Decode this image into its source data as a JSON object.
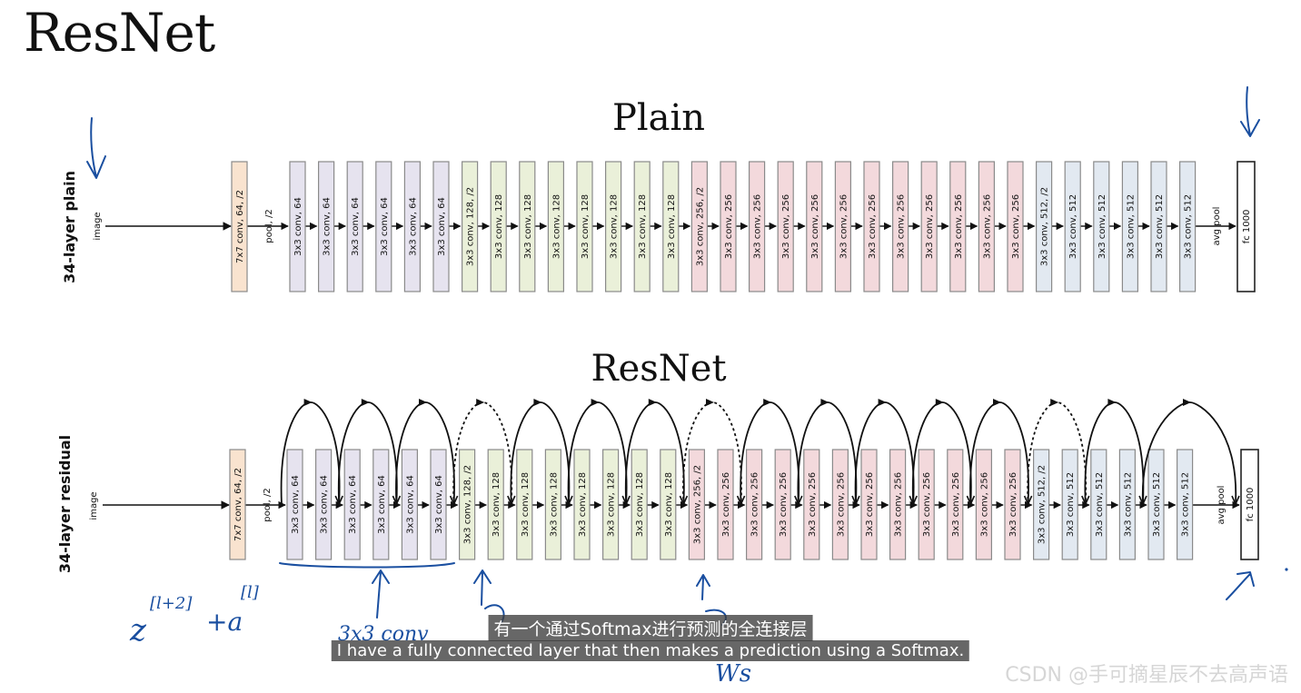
{
  "title": "ResNet",
  "plain": {
    "heading": "Plain",
    "side_label": "34-layer plain",
    "input_label": "image",
    "pool_label": "pool, /2",
    "avgpool_label": "avg pool"
  },
  "residual": {
    "heading": "ResNet",
    "side_label": "34-layer residual",
    "input_label": "image",
    "pool_label": "pool, /2",
    "avgpool_label": "avg pool"
  },
  "layers": [
    {
      "label": "7x7 conv, 64, /2",
      "color": "#f9e3cf"
    },
    {
      "label": "3x3 conv, 64",
      "color": "#e6e3ef"
    },
    {
      "label": "3x3 conv, 64",
      "color": "#e6e3ef"
    },
    {
      "label": "3x3 conv, 64",
      "color": "#e6e3ef"
    },
    {
      "label": "3x3 conv, 64",
      "color": "#e6e3ef"
    },
    {
      "label": "3x3 conv, 64",
      "color": "#e6e3ef"
    },
    {
      "label": "3x3 conv, 64",
      "color": "#e6e3ef"
    },
    {
      "label": "3x3 conv, 128, /2",
      "color": "#eaf0d9"
    },
    {
      "label": "3x3 conv, 128",
      "color": "#eaf0d9"
    },
    {
      "label": "3x3 conv, 128",
      "color": "#eaf0d9"
    },
    {
      "label": "3x3 conv, 128",
      "color": "#eaf0d9"
    },
    {
      "label": "3x3 conv, 128",
      "color": "#eaf0d9"
    },
    {
      "label": "3x3 conv, 128",
      "color": "#eaf0d9"
    },
    {
      "label": "3x3 conv, 128",
      "color": "#eaf0d9"
    },
    {
      "label": "3x3 conv, 128",
      "color": "#eaf0d9"
    },
    {
      "label": "3x3 conv, 256, /2",
      "color": "#f3d9dc"
    },
    {
      "label": "3x3 conv, 256",
      "color": "#f3d9dc"
    },
    {
      "label": "3x3 conv, 256",
      "color": "#f3d9dc"
    },
    {
      "label": "3x3 conv, 256",
      "color": "#f3d9dc"
    },
    {
      "label": "3x3 conv, 256",
      "color": "#f3d9dc"
    },
    {
      "label": "3x3 conv, 256",
      "color": "#f3d9dc"
    },
    {
      "label": "3x3 conv, 256",
      "color": "#f3d9dc"
    },
    {
      "label": "3x3 conv, 256",
      "color": "#f3d9dc"
    },
    {
      "label": "3x3 conv, 256",
      "color": "#f3d9dc"
    },
    {
      "label": "3x3 conv, 256",
      "color": "#f3d9dc"
    },
    {
      "label": "3x3 conv, 256",
      "color": "#f3d9dc"
    },
    {
      "label": "3x3 conv, 256",
      "color": "#f3d9dc"
    },
    {
      "label": "3x3 conv, 512, /2",
      "color": "#e2e9f1"
    },
    {
      "label": "3x3 conv, 512",
      "color": "#e2e9f1"
    },
    {
      "label": "3x3 conv, 512",
      "color": "#e2e9f1"
    },
    {
      "label": "3x3 conv, 512",
      "color": "#e2e9f1"
    },
    {
      "label": "3x3 conv, 512",
      "color": "#e2e9f1"
    },
    {
      "label": "3x3 conv, 512",
      "color": "#e2e9f1"
    },
    {
      "label": "fc 1000",
      "color": "#ffffff"
    }
  ],
  "skip_connections": [
    {
      "kind": "solid"
    },
    {
      "kind": "solid"
    },
    {
      "kind": "solid"
    },
    {
      "kind": "dashed"
    },
    {
      "kind": "solid"
    },
    {
      "kind": "solid"
    },
    {
      "kind": "solid"
    },
    {
      "kind": "dashed"
    },
    {
      "kind": "solid"
    },
    {
      "kind": "solid"
    },
    {
      "kind": "solid"
    },
    {
      "kind": "solid"
    },
    {
      "kind": "solid"
    },
    {
      "kind": "dashed"
    },
    {
      "kind": "solid"
    },
    {
      "kind": "solid"
    }
  ],
  "annotations": {
    "z_expr": "z",
    "z_sup": "[l+2]",
    "a_expr": "+a",
    "a_sup": "[l]",
    "conv_note": "3x3 conv",
    "ws_note": "Ws",
    "ink_color": "#1a4fa0"
  },
  "captions": {
    "zh": "有一个通过Softmax进行预测的全连接层",
    "en": "I have a fully connected layer that then makes a prediction using a Softmax."
  },
  "watermark": "CSDN @手可摘星辰不去高声语"
}
